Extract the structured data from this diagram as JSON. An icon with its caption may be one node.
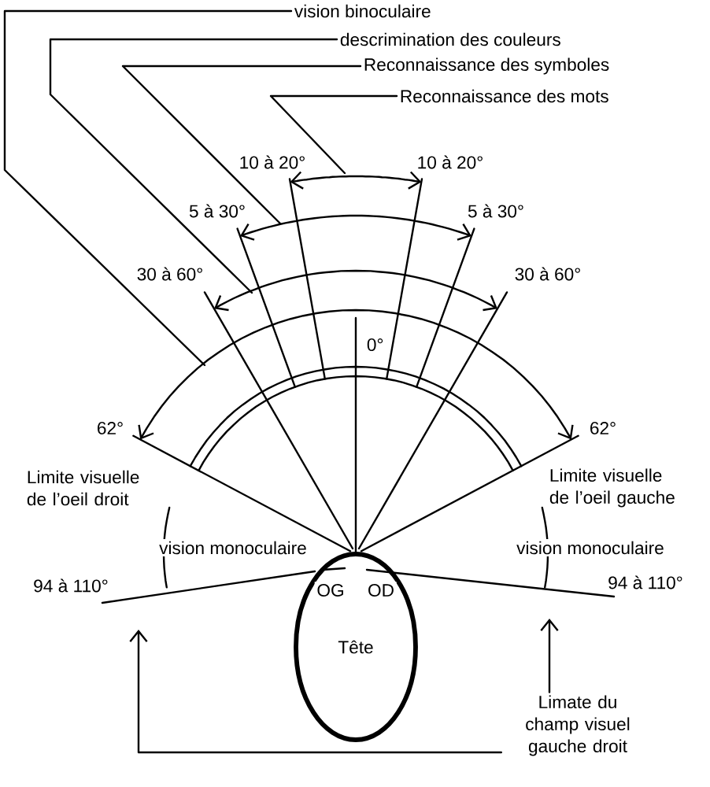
{
  "diagram": {
    "nodes": [
      {
        "text": [
          "vision binoculaire"
        ]
      },
      {
        "text": [
          "descrimination des couleurs"
        ]
      },
      {
        "text": [
          "Reconnaissance des symboles"
        ]
      },
      {
        "text": [
          "Reconnaissance des mots"
        ]
      },
      {
        "text": [
          "Limate du champ visuel gauche droit"
        ]
      },
      {
        "text": [
          "Tête"
        ]
      }
    ],
    "edges": [
      {
        "from": 0,
        "to": null,
        "arrow": "none"
      },
      {
        "from": 1,
        "to": null,
        "arrow": "none"
      },
      {
        "from": 2,
        "to": null,
        "arrow": "none"
      },
      {
        "from": 3,
        "to": null,
        "arrow": "none"
      },
      {
        "from": 4,
        "to": null,
        "arrow": "to"
      },
      {
        "from": 4,
        "to": null,
        "arrow": "to"
      }
    ],
    "labels": [
      "10 à 20°",
      "10 à 20°",
      "5 à 30°",
      "5 à 30°",
      "30 à 60°",
      "30 à 60°",
      "0°",
      "62°",
      "62°",
      "Limite visuelle de l’oeil droit",
      "Limite visuelle de l’oeil gauche",
      "vision monoculaire",
      "vision monoculaire",
      "94 à 110°",
      "94 à 110°",
      "OG",
      "OD"
    ]
  }
}
